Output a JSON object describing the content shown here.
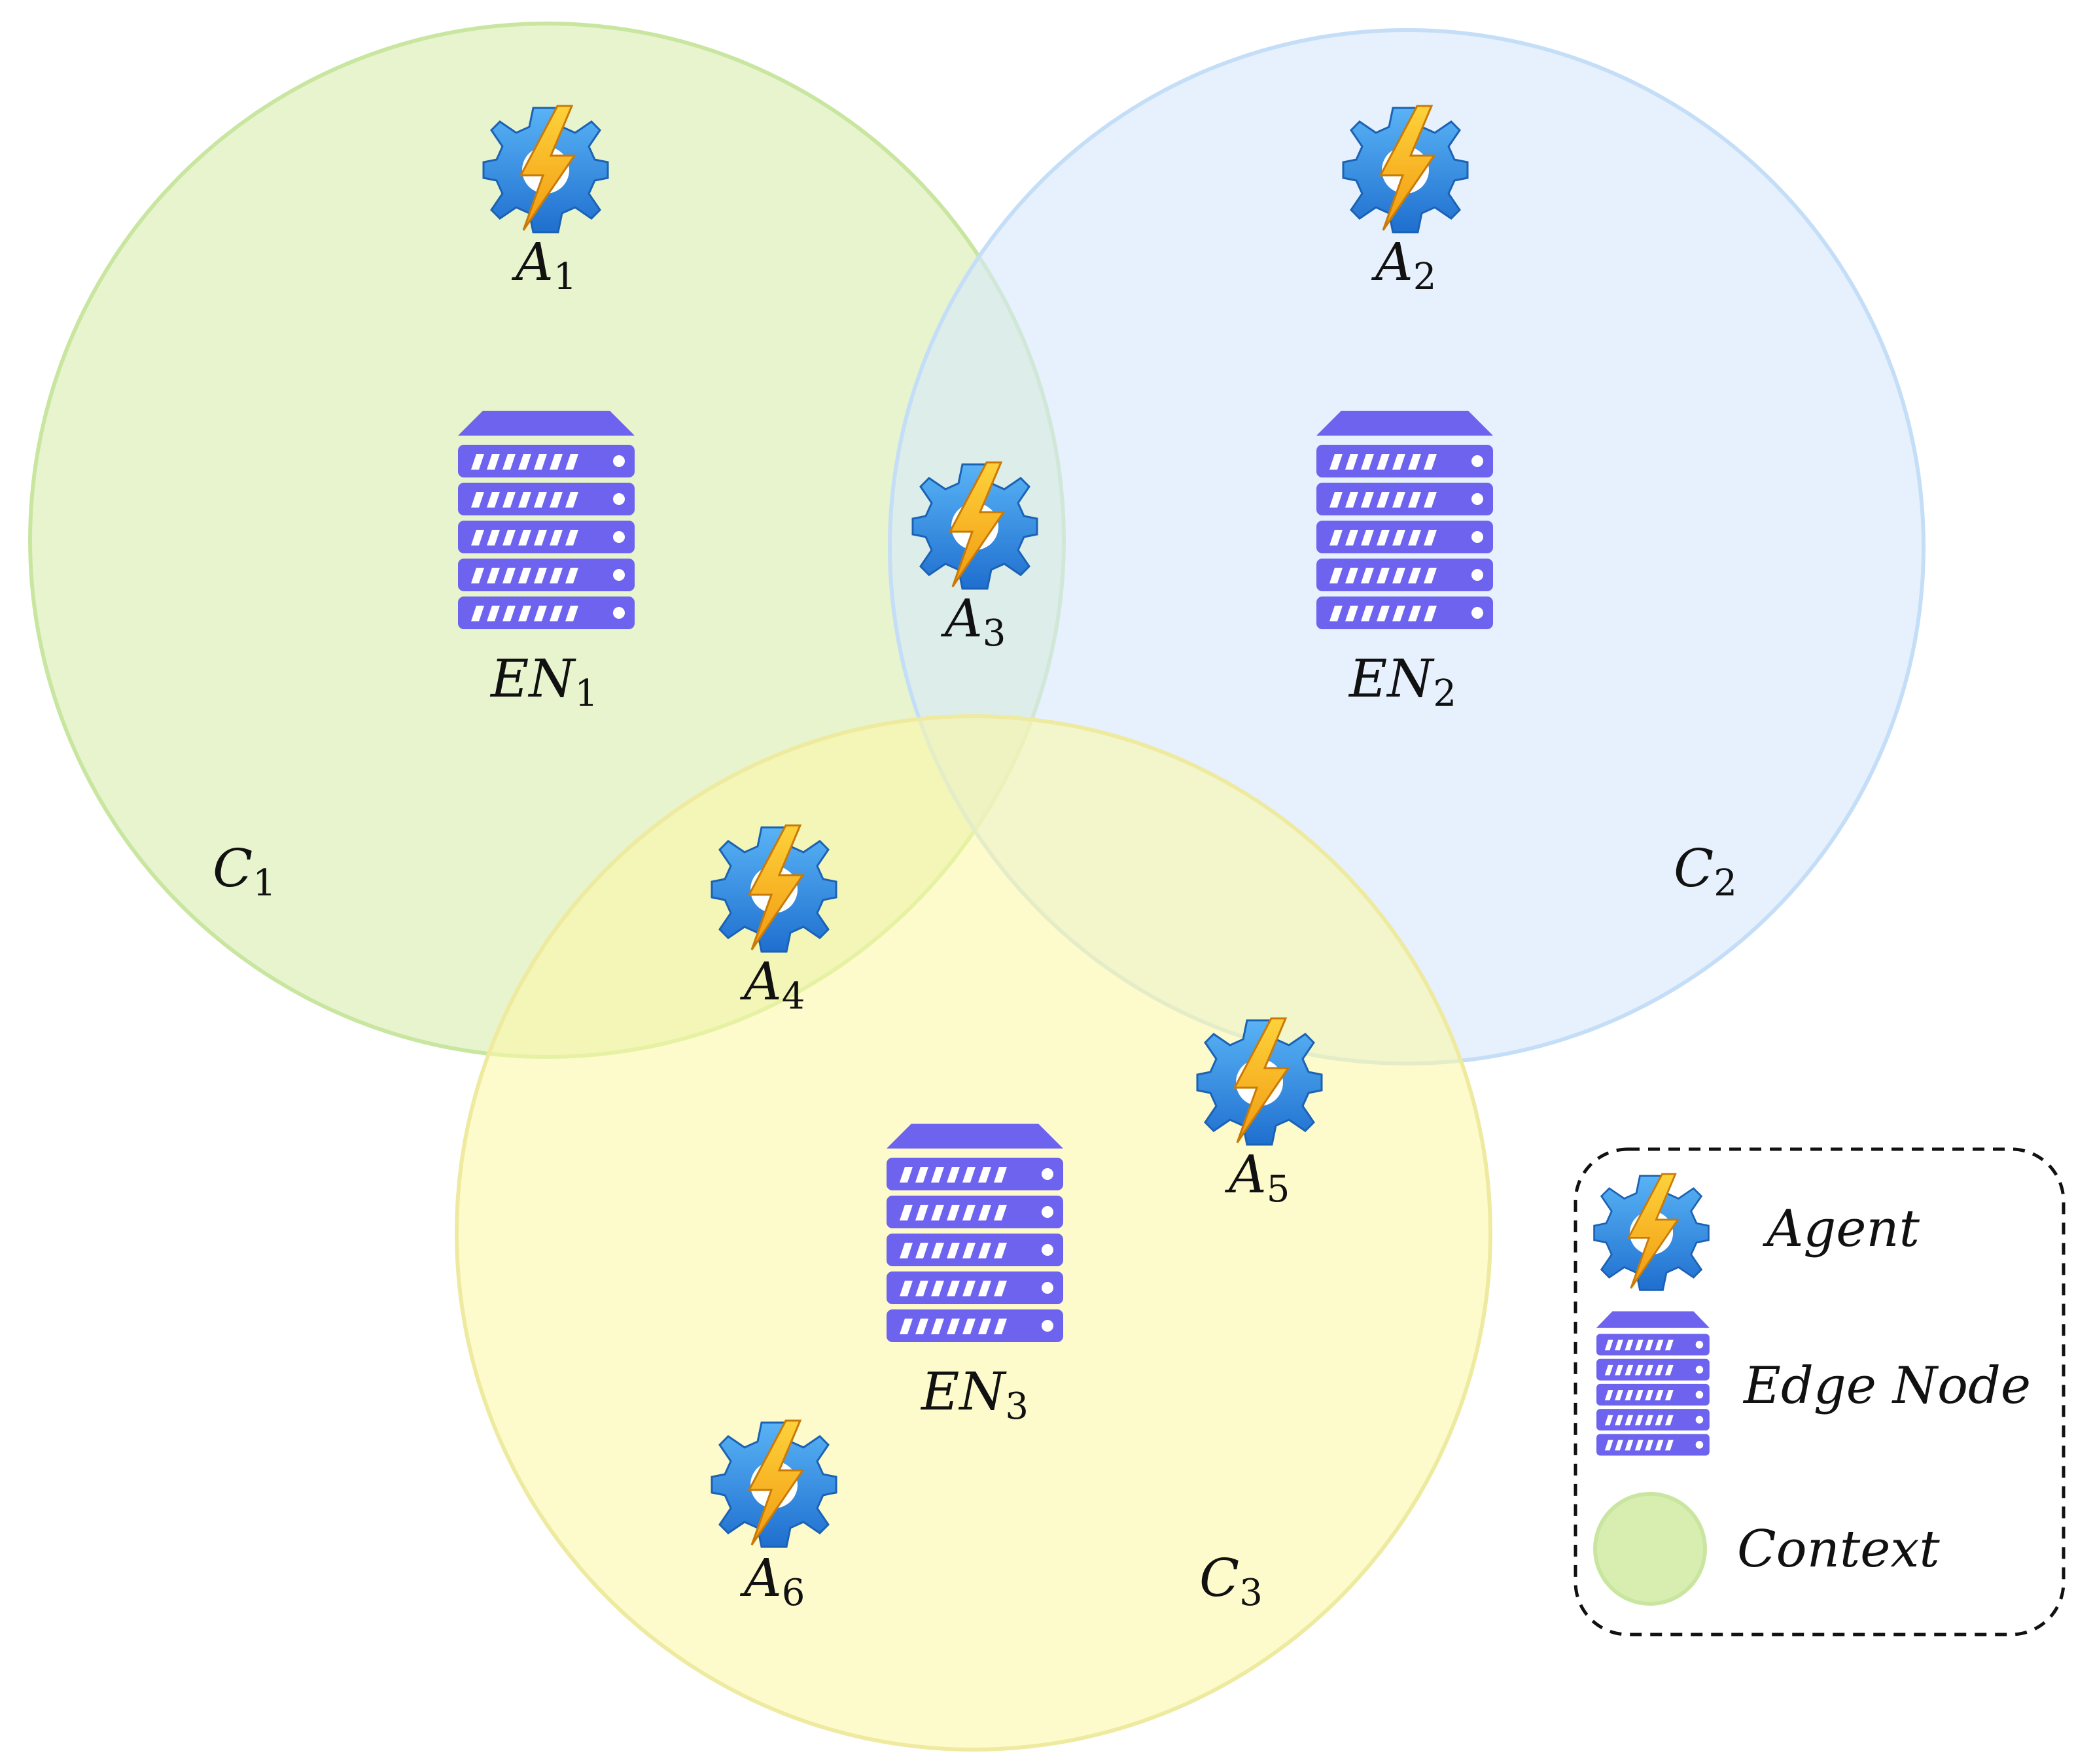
{
  "colors": {
    "context_green": "#d8eeb0",
    "context_blue": "#d6e9fb",
    "context_yellow": "#fbf8a6",
    "server_purple": "#6d63ee",
    "gear_blue": "#2f8de4",
    "bolt_orange": "#f5b71c"
  },
  "contexts": [
    {
      "base": "C",
      "sub": "1",
      "color_key": "context_green"
    },
    {
      "base": "C",
      "sub": "2",
      "color_key": "context_blue"
    },
    {
      "base": "C",
      "sub": "3",
      "color_key": "context_yellow"
    }
  ],
  "agents": [
    {
      "base": "A",
      "sub": "1"
    },
    {
      "base": "A",
      "sub": "2"
    },
    {
      "base": "A",
      "sub": "3"
    },
    {
      "base": "A",
      "sub": "4"
    },
    {
      "base": "A",
      "sub": "5"
    },
    {
      "base": "A",
      "sub": "6"
    }
  ],
  "edge_nodes": [
    {
      "base": "EN",
      "sub": "1"
    },
    {
      "base": "EN",
      "sub": "2"
    },
    {
      "base": "EN",
      "sub": "3"
    }
  ],
  "legend": {
    "agent_label": "Agent",
    "edge_node_label": "Edge Node",
    "context_label": "Context"
  },
  "icons": {
    "agent": "gear-bolt-icon",
    "edge_node": "server-rack-icon",
    "context": "context-circle-icon"
  }
}
